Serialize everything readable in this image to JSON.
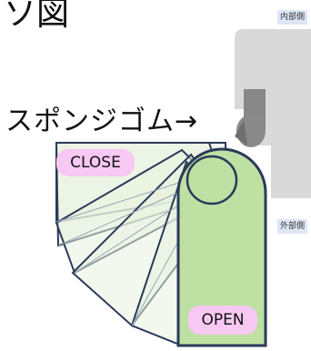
{
  "title_fragment": "ソ図",
  "side_labels": {
    "inside": "内部側",
    "outside": "外部側"
  },
  "sponge_label": "スポンジゴム→",
  "door_states": {
    "closed": "CLOSE",
    "open": "OPEN"
  },
  "colors": {
    "wall": "#d9d9d9",
    "sponge": "#888888",
    "door_fill": "#bfe0a3",
    "door_stroke": "#2b3a5a",
    "pill": "#f7c8f2",
    "tag_bg": "#dfe6f6"
  }
}
